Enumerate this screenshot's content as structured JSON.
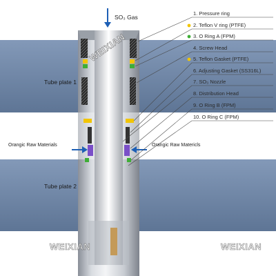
{
  "gas_label": "SO₃ Gas",
  "tube_plate_1": "Tube plate 1",
  "tube_plate_2": "Tube plate 2",
  "left_feed_label": "Orangic Raw Materials",
  "right_feed_label": "Orangic Raw Matericls",
  "watermark": "WEIXIAN",
  "parts": [
    {
      "label": "1. Pressure ring",
      "marker": ""
    },
    {
      "label": "2. Teflon V ring (PTFE)",
      "marker": "yellow"
    },
    {
      "label": "3. O Ring A (FPM)",
      "marker": "green"
    },
    {
      "label": "4. Screw Head",
      "marker": ""
    },
    {
      "label": "5. Teflon Gasket (PTFE)",
      "marker": "yellow"
    },
    {
      "label": "6. Adjusting Gasket (SS316L)",
      "marker": ""
    },
    {
      "label": "7. SO₃ Nozzle",
      "marker": ""
    },
    {
      "label": "8. Distribution Head",
      "marker": ""
    },
    {
      "label": "9. O Ring B (FPM)",
      "marker": ""
    },
    {
      "label": "10. O Ring C (FPM)",
      "marker": ""
    }
  ],
  "colors": {
    "plate": "#6f86a6",
    "body_light": "#e6e8ec",
    "body_dark": "#8c9098",
    "thread": "#3a3a3a",
    "ptfe": "#f2c500",
    "fpm": "#3fae36",
    "gasket": "#7a4fc8",
    "arrow": "#1d5fb5"
  }
}
